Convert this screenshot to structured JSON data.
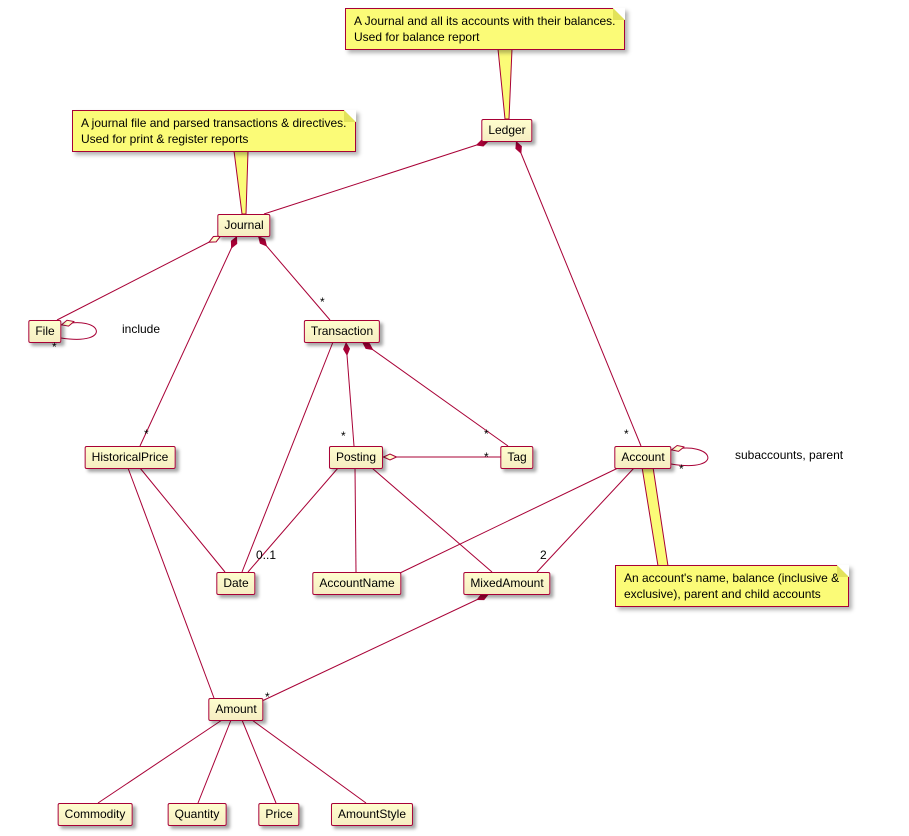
{
  "diagram_type": "uml-class-diagram",
  "colors": {
    "edge": "#A80036",
    "class_fill": "#FEFECE",
    "note_fill": "#FBFB77",
    "text": "#000000",
    "background": "#FFFFFF"
  },
  "notes": [
    {
      "id": "ledger-note",
      "lines": [
        "A Journal and all its accounts with their balances.",
        "Used for balance report"
      ]
    },
    {
      "id": "journal-note",
      "lines": [
        "A journal file and parsed transactions & directives.",
        "Used for print & register reports"
      ]
    },
    {
      "id": "account-note",
      "lines": [
        "An account's name, balance (inclusive &",
        "exclusive), parent and child accounts"
      ]
    }
  ],
  "classes": [
    {
      "name": "Ledger"
    },
    {
      "name": "Journal"
    },
    {
      "name": "File"
    },
    {
      "name": "Transaction"
    },
    {
      "name": "HistoricalPrice"
    },
    {
      "name": "Posting"
    },
    {
      "name": "Tag"
    },
    {
      "name": "Account"
    },
    {
      "name": "Date"
    },
    {
      "name": "AccountName"
    },
    {
      "name": "MixedAmount"
    },
    {
      "name": "Amount"
    },
    {
      "name": "Commodity"
    },
    {
      "name": "Quantity"
    },
    {
      "name": "Price"
    },
    {
      "name": "AmountStyle"
    }
  ],
  "labels": [
    {
      "id": "journal-transaction-mult",
      "text": "*"
    },
    {
      "id": "journal-historicalprice-mult",
      "text": "*"
    },
    {
      "id": "file-include-label",
      "text": "include"
    },
    {
      "id": "file-include-mult",
      "text": "*"
    },
    {
      "id": "transaction-posting-mult",
      "text": "*"
    },
    {
      "id": "transaction-tag-mult",
      "text": "*"
    },
    {
      "id": "posting-tag-mult",
      "text": "*"
    },
    {
      "id": "ledger-account-mult",
      "text": "*"
    },
    {
      "id": "account-self-label",
      "text": "subaccounts, parent"
    },
    {
      "id": "account-self-mult",
      "text": "*"
    },
    {
      "id": "posting-date-mult",
      "text": "0..1"
    },
    {
      "id": "account-mixedamount-mult",
      "text": "2"
    },
    {
      "id": "mixedamount-amount-mult",
      "text": "*"
    }
  ]
}
